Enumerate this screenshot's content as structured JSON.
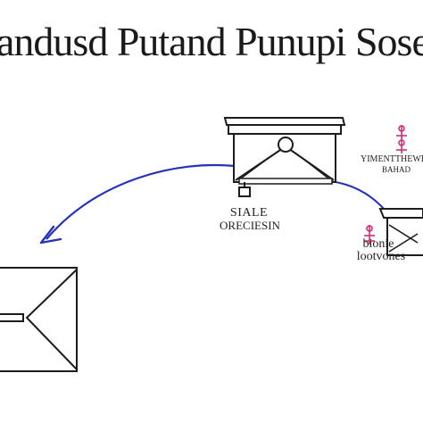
{
  "title": "andusd Putand Punupi Sose",
  "labels": {
    "center_top": "SIALE",
    "center_bottom": "ORECIESIN",
    "right_top_1": "YIMENTTHEWER",
    "right_top_2": "BAHAD",
    "right_bottom_1": "bionie",
    "right_bottom_2": "lootvones"
  },
  "colors": {
    "line": "#1c1c1c",
    "arrow": "#2531b8",
    "accent": "#cc2f7a"
  }
}
